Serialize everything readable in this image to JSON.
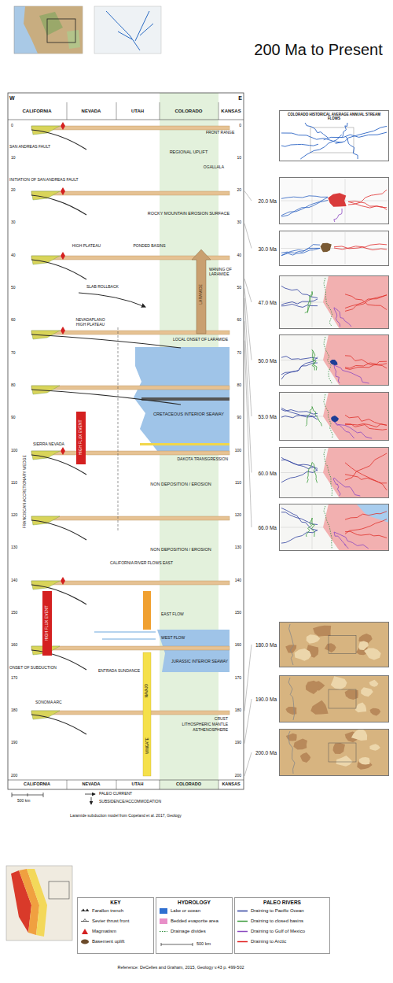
{
  "diagram": {
    "title": "200 Ma to Present",
    "nodes": [
      {
        "text": [
          "COLORADO HISTORICAL AVERAGE ANNUAL STREAM FLOWS"
        ]
      },
      {
        "text": [
          "20.0 Ma"
        ]
      },
      {
        "text": [
          "30.0 Ma"
        ]
      },
      {
        "text": [
          "47.0 Ma"
        ]
      },
      {
        "text": [
          "50.0 Ma"
        ]
      },
      {
        "text": [
          "53.0 Ma"
        ]
      },
      {
        "text": [
          "60.0 Ma"
        ]
      },
      {
        "text": [
          "66.0 Ma"
        ]
      },
      {
        "text": [
          "180.0 Ma"
        ]
      },
      {
        "text": [
          "190.0 Ma"
        ]
      },
      {
        "text": [
          "200.0 Ma"
        ]
      },
      {
        "text": [
          "KEY"
        ]
      },
      {
        "text": [
          "HYDROLOGY"
        ]
      },
      {
        "text": [
          "PALEO RIVERS"
        ]
      }
    ],
    "labels": [
      "W",
      "CALIFORNIA",
      "NEVADA",
      "UTAH",
      "COLORADO",
      "KANSAS",
      "E",
      "0",
      "10",
      "20",
      "30",
      "40",
      "50",
      "60",
      "70",
      "80",
      "90",
      "100",
      "110",
      "120",
      "130",
      "140",
      "150",
      "160",
      "170",
      "180",
      "190",
      "200",
      "0",
      "10",
      "20",
      "30",
      "40",
      "50",
      "60",
      "70",
      "80",
      "90",
      "100",
      "110",
      "120",
      "130",
      "140",
      "150",
      "160",
      "170",
      "180",
      "190",
      "200",
      "FRONT RANGE",
      "SAN ANDREAS FAULT",
      "REGIONAL UPLIFT",
      "OGALLALA",
      "INITIATION OF SAN ANDREAS FAULT",
      "ROCKY MOUNTAIN EROSION SURFACE",
      "HIGH PLATEAU",
      "PONDED BASINS",
      "WANING OF LARAMIDE",
      "SLAB ROLLBACK",
      "LARAMIDE",
      "NEVADAPLANO HIGH PLATEAU",
      "LOCAL ONSET OF LARAMIDE",
      "CRETACEOUS INTERIOR SEAWAY",
      "HIGH FLUX EVENT",
      "SIERRA NEVADA",
      "DAKOTA TRANSGRESSION",
      "NON DEPOSITION / EROSION",
      "FRANCISCAN ACCRETIONARY WEDGE",
      "NON DEPOSITION / EROSION",
      "CALIFORNIA RIVER FLOWS EAST",
      "EAST FLOW",
      "HIGH FLUX EVENT",
      "WEST FLOW",
      "JURASSIC INTERIOR SEAWAY",
      "ENTRADA SUNDANCE",
      "NAVAJO",
      "SONOMA ARC",
      "ONSET OF SUBDUCTION",
      "CRUST",
      "LITHOSPHERIC MANTLE",
      "ASTHENOSPHERE",
      "WINGATE",
      "CALIFORNIA",
      "NEVADA",
      "UTAH",
      "COLORADO",
      "KANSAS",
      "500 km",
      "PALEO CURRENT",
      "SUBSIDENCE/ACCOMMODATION",
      "Laramide subduction model from Copeland et al. 2017, Geology",
      "500 km",
      "Reference: DeCelles and Graham, 2015, Geology v.43 p. 499-502"
    ],
    "legend": [
      {
        "text": "Farallon trench"
      },
      {
        "text": "Sevier thrust front"
      },
      {
        "text": "Magmatism"
      },
      {
        "text": "Basement uplift"
      },
      {
        "text": "Lake or ocean",
        "color": "#2f6fd0"
      },
      {
        "text": "Bedded evaporite area",
        "color": "#e88fc8"
      },
      {
        "text": "Drainage divides"
      },
      {
        "text": "Draining to Pacific Ocean"
      },
      {
        "text": "Draining to closed basins"
      },
      {
        "text": "Draining to Gulf of Mexico"
      },
      {
        "text": "Draining to Arctic"
      }
    ]
  }
}
